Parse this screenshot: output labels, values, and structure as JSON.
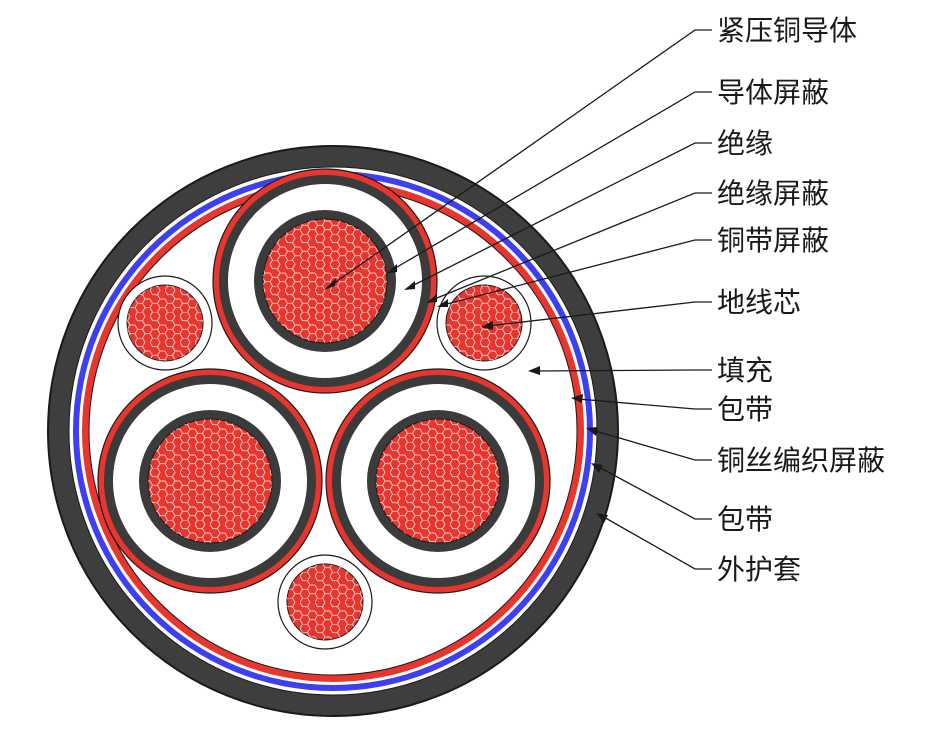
{
  "labels": [
    {
      "id": "conductor",
      "text": "紧压铜导体"
    },
    {
      "id": "conductor-screen",
      "text": "导体屏蔽"
    },
    {
      "id": "insulation",
      "text": "绝缘"
    },
    {
      "id": "insulation-screen",
      "text": "绝缘屏蔽"
    },
    {
      "id": "copper-tape-screen",
      "text": "铜带屏蔽"
    },
    {
      "id": "earth-core",
      "text": "地线芯"
    },
    {
      "id": "filler",
      "text": "填充"
    },
    {
      "id": "inner-wrapping-tape",
      "text": "包带"
    },
    {
      "id": "copper-braid-screen",
      "text": "铜丝编织屏蔽"
    },
    {
      "id": "outer-wrapping-tape",
      "text": "包带"
    },
    {
      "id": "outer-sheath",
      "text": "外护套"
    }
  ],
  "colors": {
    "sheath": "#3e3e3e",
    "copper": "#e8362f",
    "screen_blue": "#3f3ff2",
    "semicon": "#3b3b3b",
    "insulation": "#ffffff",
    "filler": "#ffffff",
    "outline": "#1a1a1a"
  }
}
